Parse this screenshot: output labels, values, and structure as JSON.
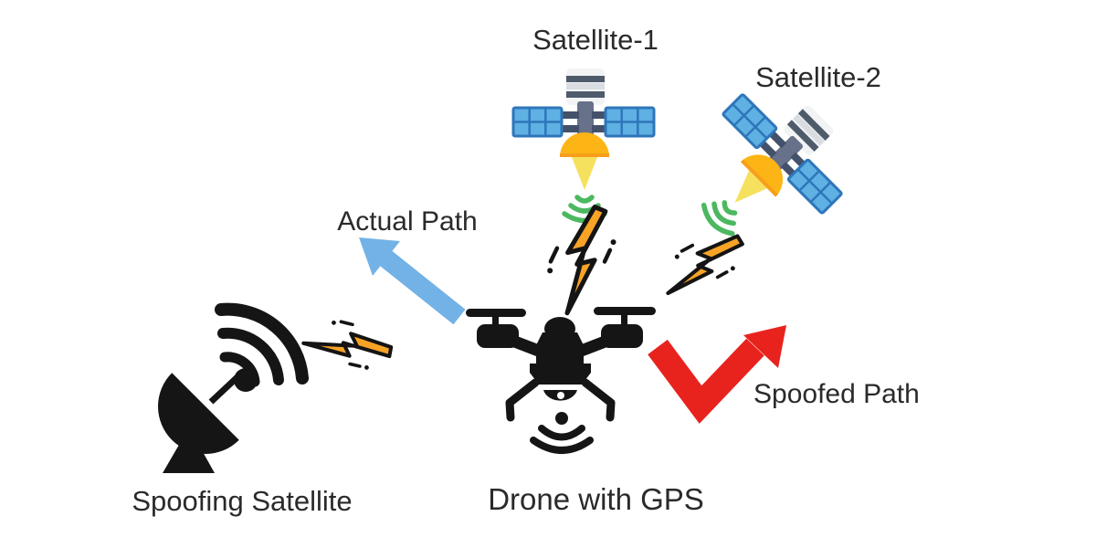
{
  "labels": {
    "satellite1": "Satellite-1",
    "satellite2": "Satellite-2",
    "actual_path": "Actual Path",
    "spoofed_path": "Spoofed Path",
    "spoofing_satellite": "Spoofing Satellite",
    "drone": "Drone with GPS"
  },
  "icons": {
    "satellite-icon": "GPS satellite with solar panels and yellow downlink dish",
    "signal-waves-icon": "green downlink signal arcs",
    "lightning-bolt-icon": "orange jamming/spoofing bolt",
    "dish-antenna-icon": "black ground dish broadcasting spoofed signal",
    "drone-icon": "quadcopter drone with GPS receiver arcs",
    "actual-path-arrow": "straight blue arrow up-left",
    "spoofed-path-arrow": "red zigzag arrow up-right"
  },
  "colors": {
    "ink": "#2b2a29",
    "actual-path-arrow": "#72b2e6",
    "spoofed-path-arrow": "#e8231e",
    "lightning-fill": "#f7a325",
    "lightning-outline": "#141414",
    "panel-blue": "#5fb0e3",
    "panel-line": "#2e76ba",
    "truss-grey": "#67718a",
    "connector-grey": "#44516b",
    "cylinder-white": "#f2f3f5",
    "cylinder-stripe-dark": "#4d5b6b",
    "cylinder-stripe-light": "#d9dde2",
    "dish-yellow": "#fcb515",
    "dish-rim": "#f79e1b",
    "beam-yellow": "#f6e15f",
    "signal-green": "#4cb860",
    "icon-black": "#151515",
    "background": "#ffffff"
  }
}
